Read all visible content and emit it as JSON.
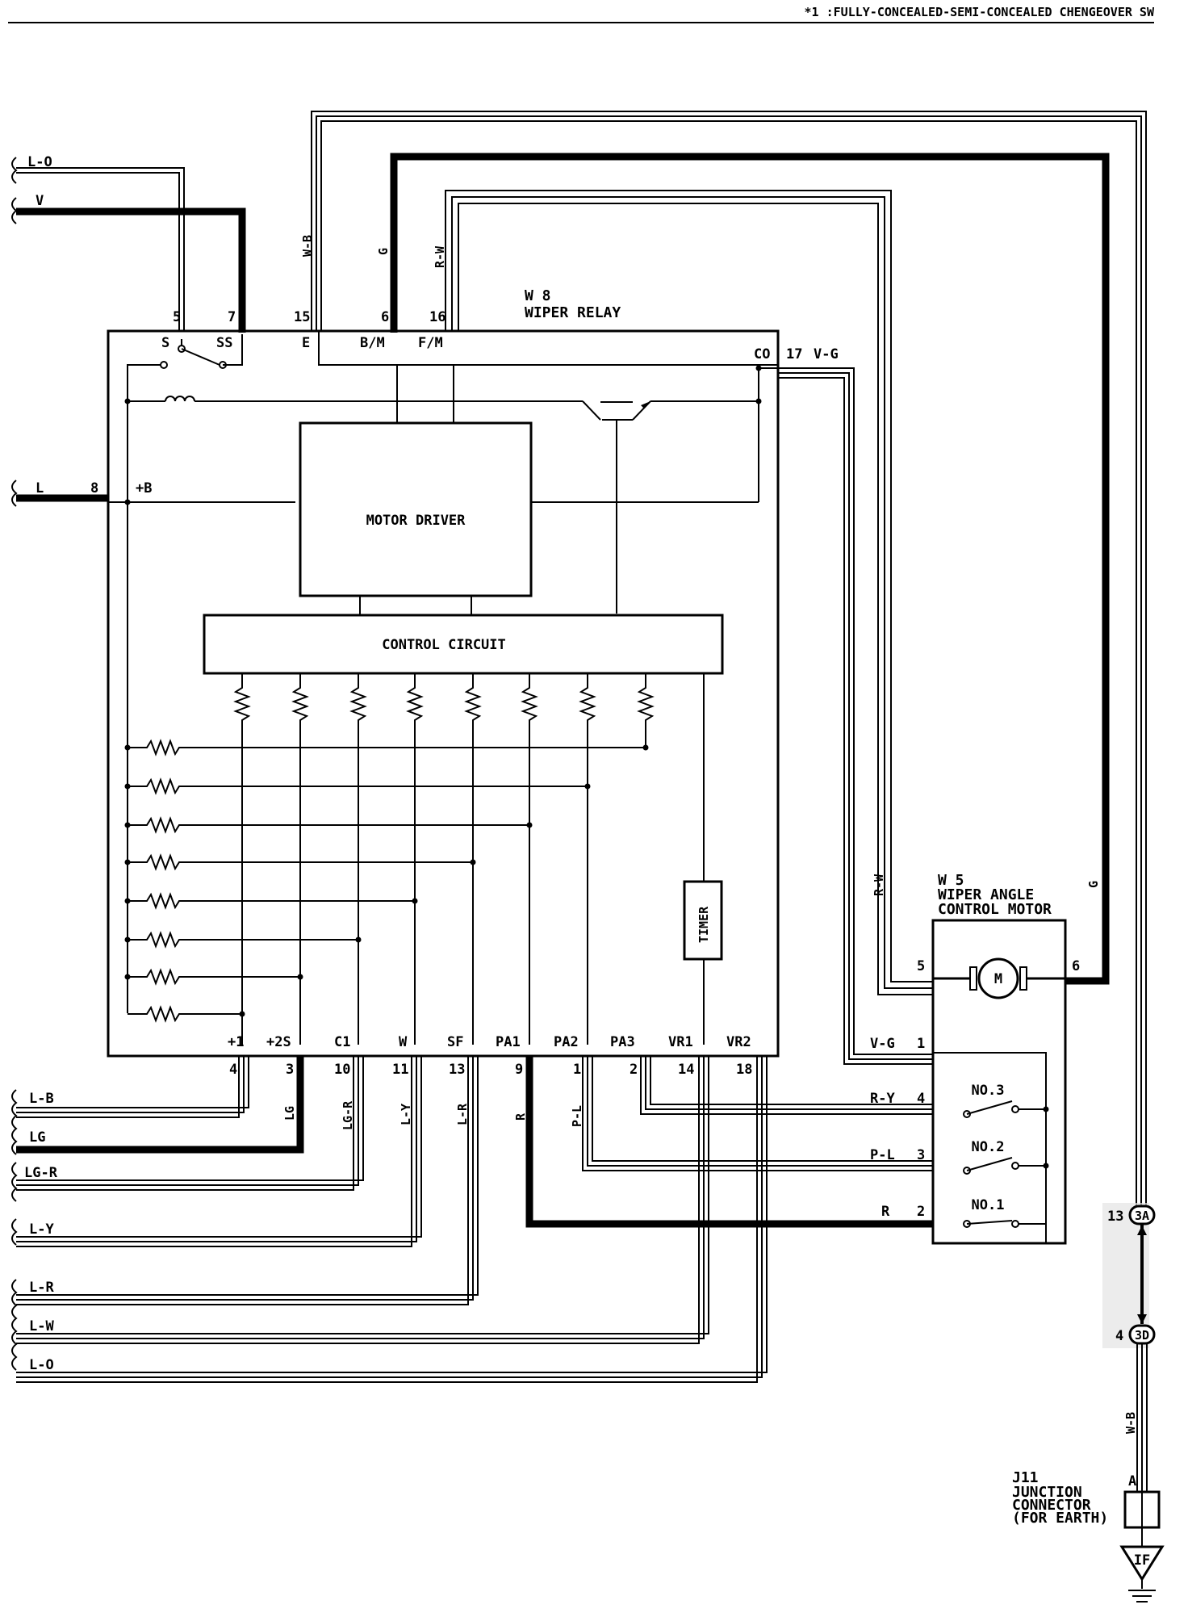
{
  "header_note": "*1 :FULLY-CONCEALED-SEMI-CONCEALED CHENGEOVER SW",
  "relay": {
    "code": "W 8",
    "name": "WIPER RELAY",
    "top_pins": [
      {
        "num": "5",
        "name": "S"
      },
      {
        "num": "7",
        "name": "SS"
      },
      {
        "num": "15",
        "name": "E"
      },
      {
        "num": "6",
        "name": "B/M"
      },
      {
        "num": "16",
        "name": "F/M"
      }
    ],
    "co_pin": {
      "name": "CO",
      "num": "17",
      "wire": "V-G"
    },
    "b_pin": {
      "num": "8",
      "name": "+B"
    },
    "motor_driver": "MOTOR DRIVER",
    "control_circuit": "CONTROL CIRCUIT",
    "timer": "TIMER",
    "bottom_pins": [
      {
        "name": "+1",
        "num": "4"
      },
      {
        "name": "+2S",
        "num": "3"
      },
      {
        "name": "C1",
        "num": "10"
      },
      {
        "name": "W",
        "num": "11"
      },
      {
        "name": "SF",
        "num": "13"
      },
      {
        "name": "PA1",
        "num": "9"
      },
      {
        "name": "PA2",
        "num": "1"
      },
      {
        "name": "PA3",
        "num": "2"
      },
      {
        "name": "VR1",
        "num": "14"
      },
      {
        "name": "VR2",
        "num": "18"
      }
    ]
  },
  "left_wires": {
    "top": [
      "L-O",
      "V",
      "L"
    ],
    "bottom": [
      "L-B",
      "LG",
      "LG-R",
      "L-Y",
      "L-R",
      "L-W",
      "L-O"
    ]
  },
  "vertical_wire_labels": [
    "W-B",
    "G",
    "R-W",
    "LG",
    "LG-R",
    "L-Y",
    "L-R",
    "R",
    "P-L"
  ],
  "motor": {
    "code": "W 5",
    "name_line1": "WIPER ANGLE",
    "name_line2": "CONTROL MOTOR",
    "symbol": "M",
    "pin_left": "5",
    "pin_right": "6",
    "wire_left": "R-W",
    "wire_right": "G",
    "switch_rows": [
      {
        "wire": "V-G",
        "pin": "1"
      },
      {
        "wire": "R-Y",
        "pin": "4",
        "sw": "NO.3"
      },
      {
        "wire": "P-L",
        "pin": "3",
        "sw": "NO.2"
      },
      {
        "wire": "R",
        "pin": "2",
        "sw": "NO.1"
      }
    ]
  },
  "connectors": {
    "upper": {
      "pin": "13",
      "id": "3A"
    },
    "lower": {
      "pin": "4",
      "id": "3D"
    },
    "wire": "W-B"
  },
  "junction": {
    "code": "J11",
    "line1": "JUNCTION",
    "line2": "CONNECTOR",
    "line3": "(FOR EARTH)",
    "pin": "A",
    "ground": "IF"
  }
}
